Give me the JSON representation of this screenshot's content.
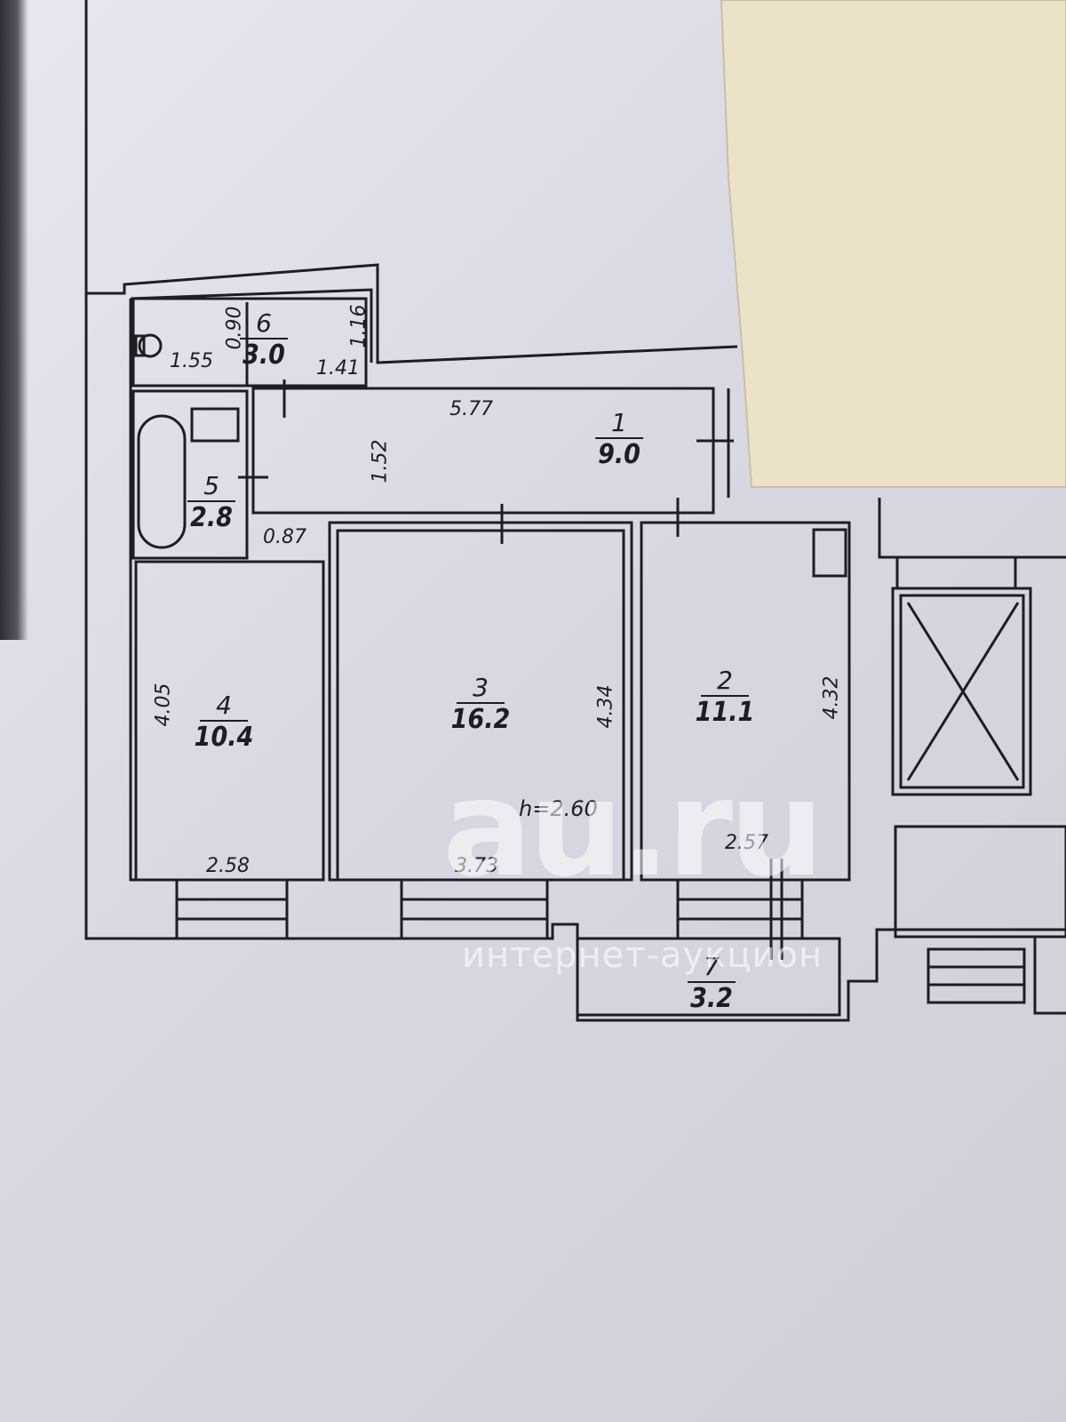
{
  "rooms": [
    {
      "id": "r1",
      "number": "1",
      "area": "9.0"
    },
    {
      "id": "r2",
      "number": "2",
      "area": "11.1"
    },
    {
      "id": "r3",
      "number": "3",
      "area": "16.2"
    },
    {
      "id": "r4",
      "number": "4",
      "area": "10.4"
    },
    {
      "id": "r5",
      "number": "5",
      "area": "2.8"
    },
    {
      "id": "r6",
      "number": "6",
      "area": "3.0"
    },
    {
      "id": "r7",
      "number": "7",
      "area": "3.2"
    }
  ],
  "dimensions": {
    "toilet_width": "1.55",
    "toilet_depth": "0.90",
    "room6_depth": "1.16",
    "room6_width": "1.41",
    "hall_length": "5.77",
    "hall_width": "1.52",
    "bath_gap": "0.87",
    "room4_depth": "4.05",
    "room4_width": "2.58",
    "room3_depth": "4.34",
    "room3_width": "3.73",
    "room2_depth": "4.32",
    "room2_width": "2.57"
  },
  "ceiling_height": "h=2.60",
  "watermark": {
    "logo": "au.ru",
    "subtitle": "интернет-аукцион"
  }
}
